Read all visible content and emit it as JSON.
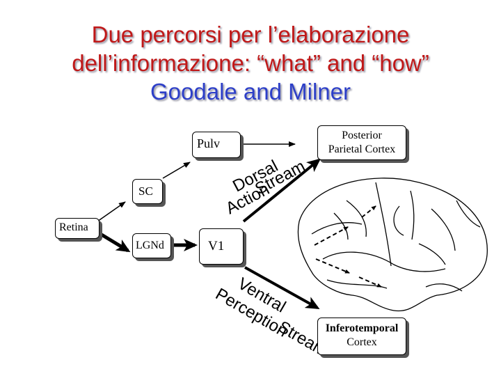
{
  "title": {
    "line1": "Due percorsi per l’elaborazione",
    "line2": "dell’informazione: “what” and “how”",
    "line3": "Goodale and Milner",
    "colors": {
      "red": "#c01818",
      "blue": "#2d3fc8"
    }
  },
  "nodes": {
    "pulv": "Pulv",
    "ppc": [
      "Posterior",
      "Parietal Cortex"
    ],
    "sc": "SC",
    "retina": "Retina",
    "lgnd": "LGNd",
    "v1": "V1",
    "itc": [
      "Inferotemporal",
      "Cortex"
    ]
  },
  "streams": {
    "dorsal": [
      "Dorsal",
      "Stream",
      "Action"
    ],
    "ventral": [
      "Ventral",
      "Perception",
      "Stream"
    ]
  },
  "brain_icon": "brain-lateral-view-icon"
}
